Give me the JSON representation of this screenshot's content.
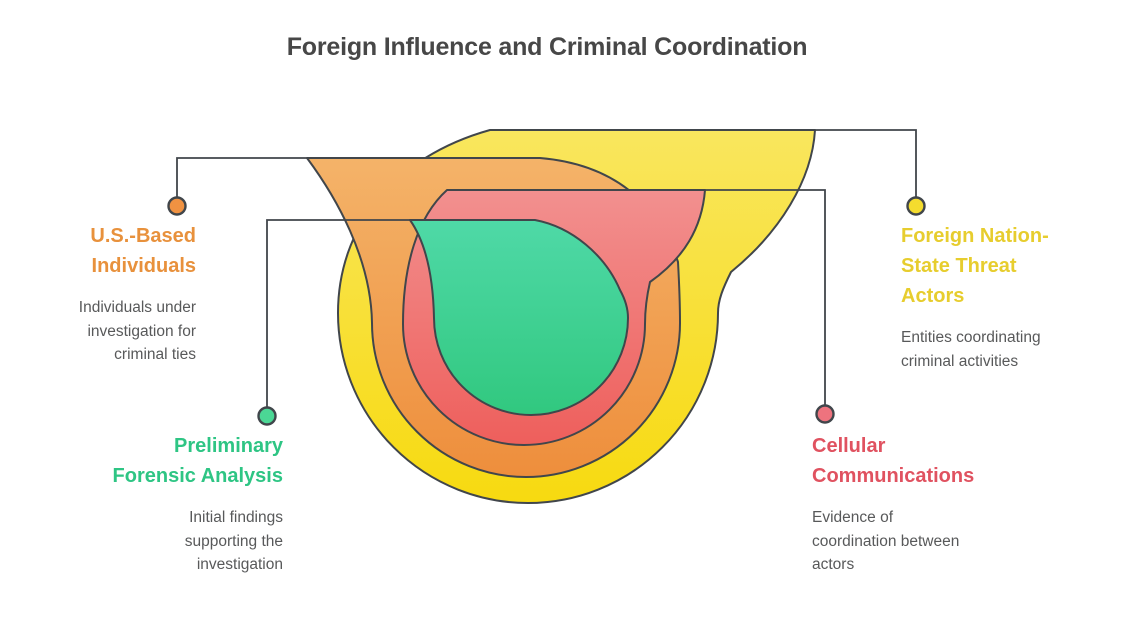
{
  "title": "Foreign Influence and Criminal Coordination",
  "colors": {
    "stroke": "#41464b",
    "yellow_top": "#f9e65e",
    "yellow_bottom": "#f7da10",
    "orange_top": "#f4b369",
    "orange_bottom": "#ee8e3c",
    "red_top": "#f2908f",
    "red_bottom": "#ee5f5c",
    "green_top": "#4fd9a7",
    "green_bottom": "#31c87f"
  },
  "nodes": [
    {
      "id": "us-based-individuals",
      "heading_lines": [
        "U.S.-Based",
        "Individuals"
      ],
      "body_lines": [
        "Individuals under",
        "investigation for",
        "criminal ties"
      ],
      "heading_color": "#e8913c",
      "dot_color": "#f09242"
    },
    {
      "id": "foreign-nation-state-threat-actors",
      "heading_lines": [
        "Foreign Nation-",
        "State Threat",
        "Actors"
      ],
      "body_lines": [
        "Entities coordinating",
        "criminal activities"
      ],
      "heading_color": "#e7cd2e",
      "dot_color": "#f4dc2e"
    },
    {
      "id": "preliminary-forensic-analysis",
      "heading_lines": [
        "Preliminary",
        "Forensic Analysis"
      ],
      "body_lines": [
        "Initial findings",
        "supporting the",
        "investigation"
      ],
      "heading_color": "#2ec584",
      "dot_color": "#4bd795"
    },
    {
      "id": "cellular-communications",
      "heading_lines": [
        "Cellular",
        "Communications"
      ],
      "body_lines": [
        "Evidence of",
        "coordination between",
        "actors"
      ],
      "heading_color": "#e05260",
      "dot_color": "#ee737e"
    }
  ]
}
